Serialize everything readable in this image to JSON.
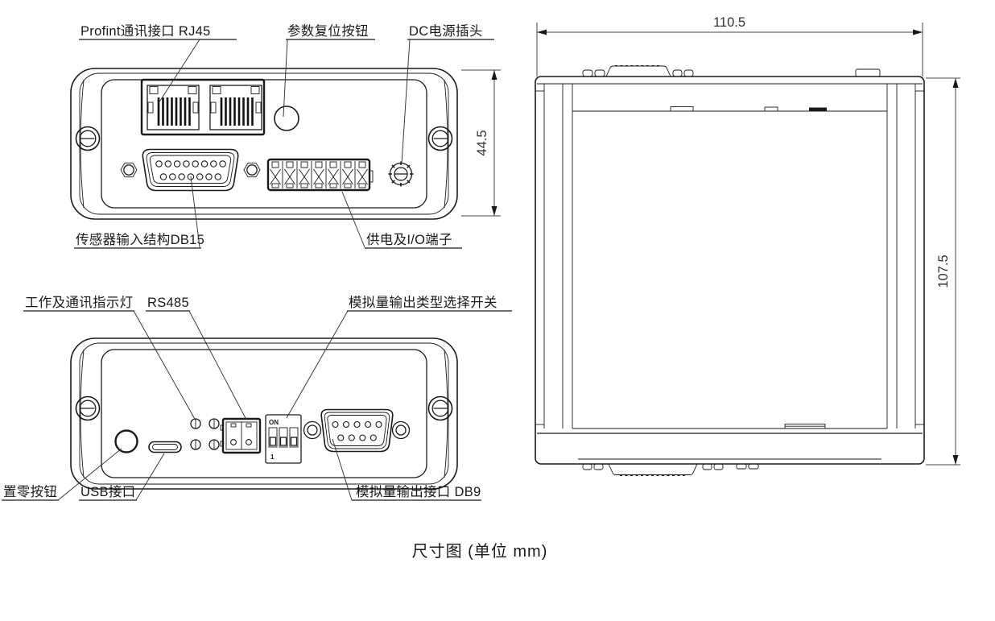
{
  "drawing": {
    "caption": "尺寸图 (单位 mm)",
    "ink_color": "#1a1a1a",
    "front_view": {
      "labels": {
        "rj45": "Profint通讯接口 RJ45",
        "reset": "参数复位按钮",
        "dc_power": "DC电源插头",
        "db15": "传感器输入结构DB15",
        "power_io": "供电及I/O端子"
      },
      "dim_height": "44.5"
    },
    "rear_view": {
      "labels": {
        "indicator": "工作及通讯指示灯",
        "rs485": "RS485",
        "dip": "模拟量输出类型选择开关",
        "zero": "置零按钮",
        "usb": "USB接口",
        "db9": "模拟量输出接口 DB9"
      },
      "dip_switch": {
        "on": "ON",
        "first": "1"
      }
    },
    "top_view": {
      "dim_width": "110.5",
      "dim_depth": "107.5"
    }
  }
}
